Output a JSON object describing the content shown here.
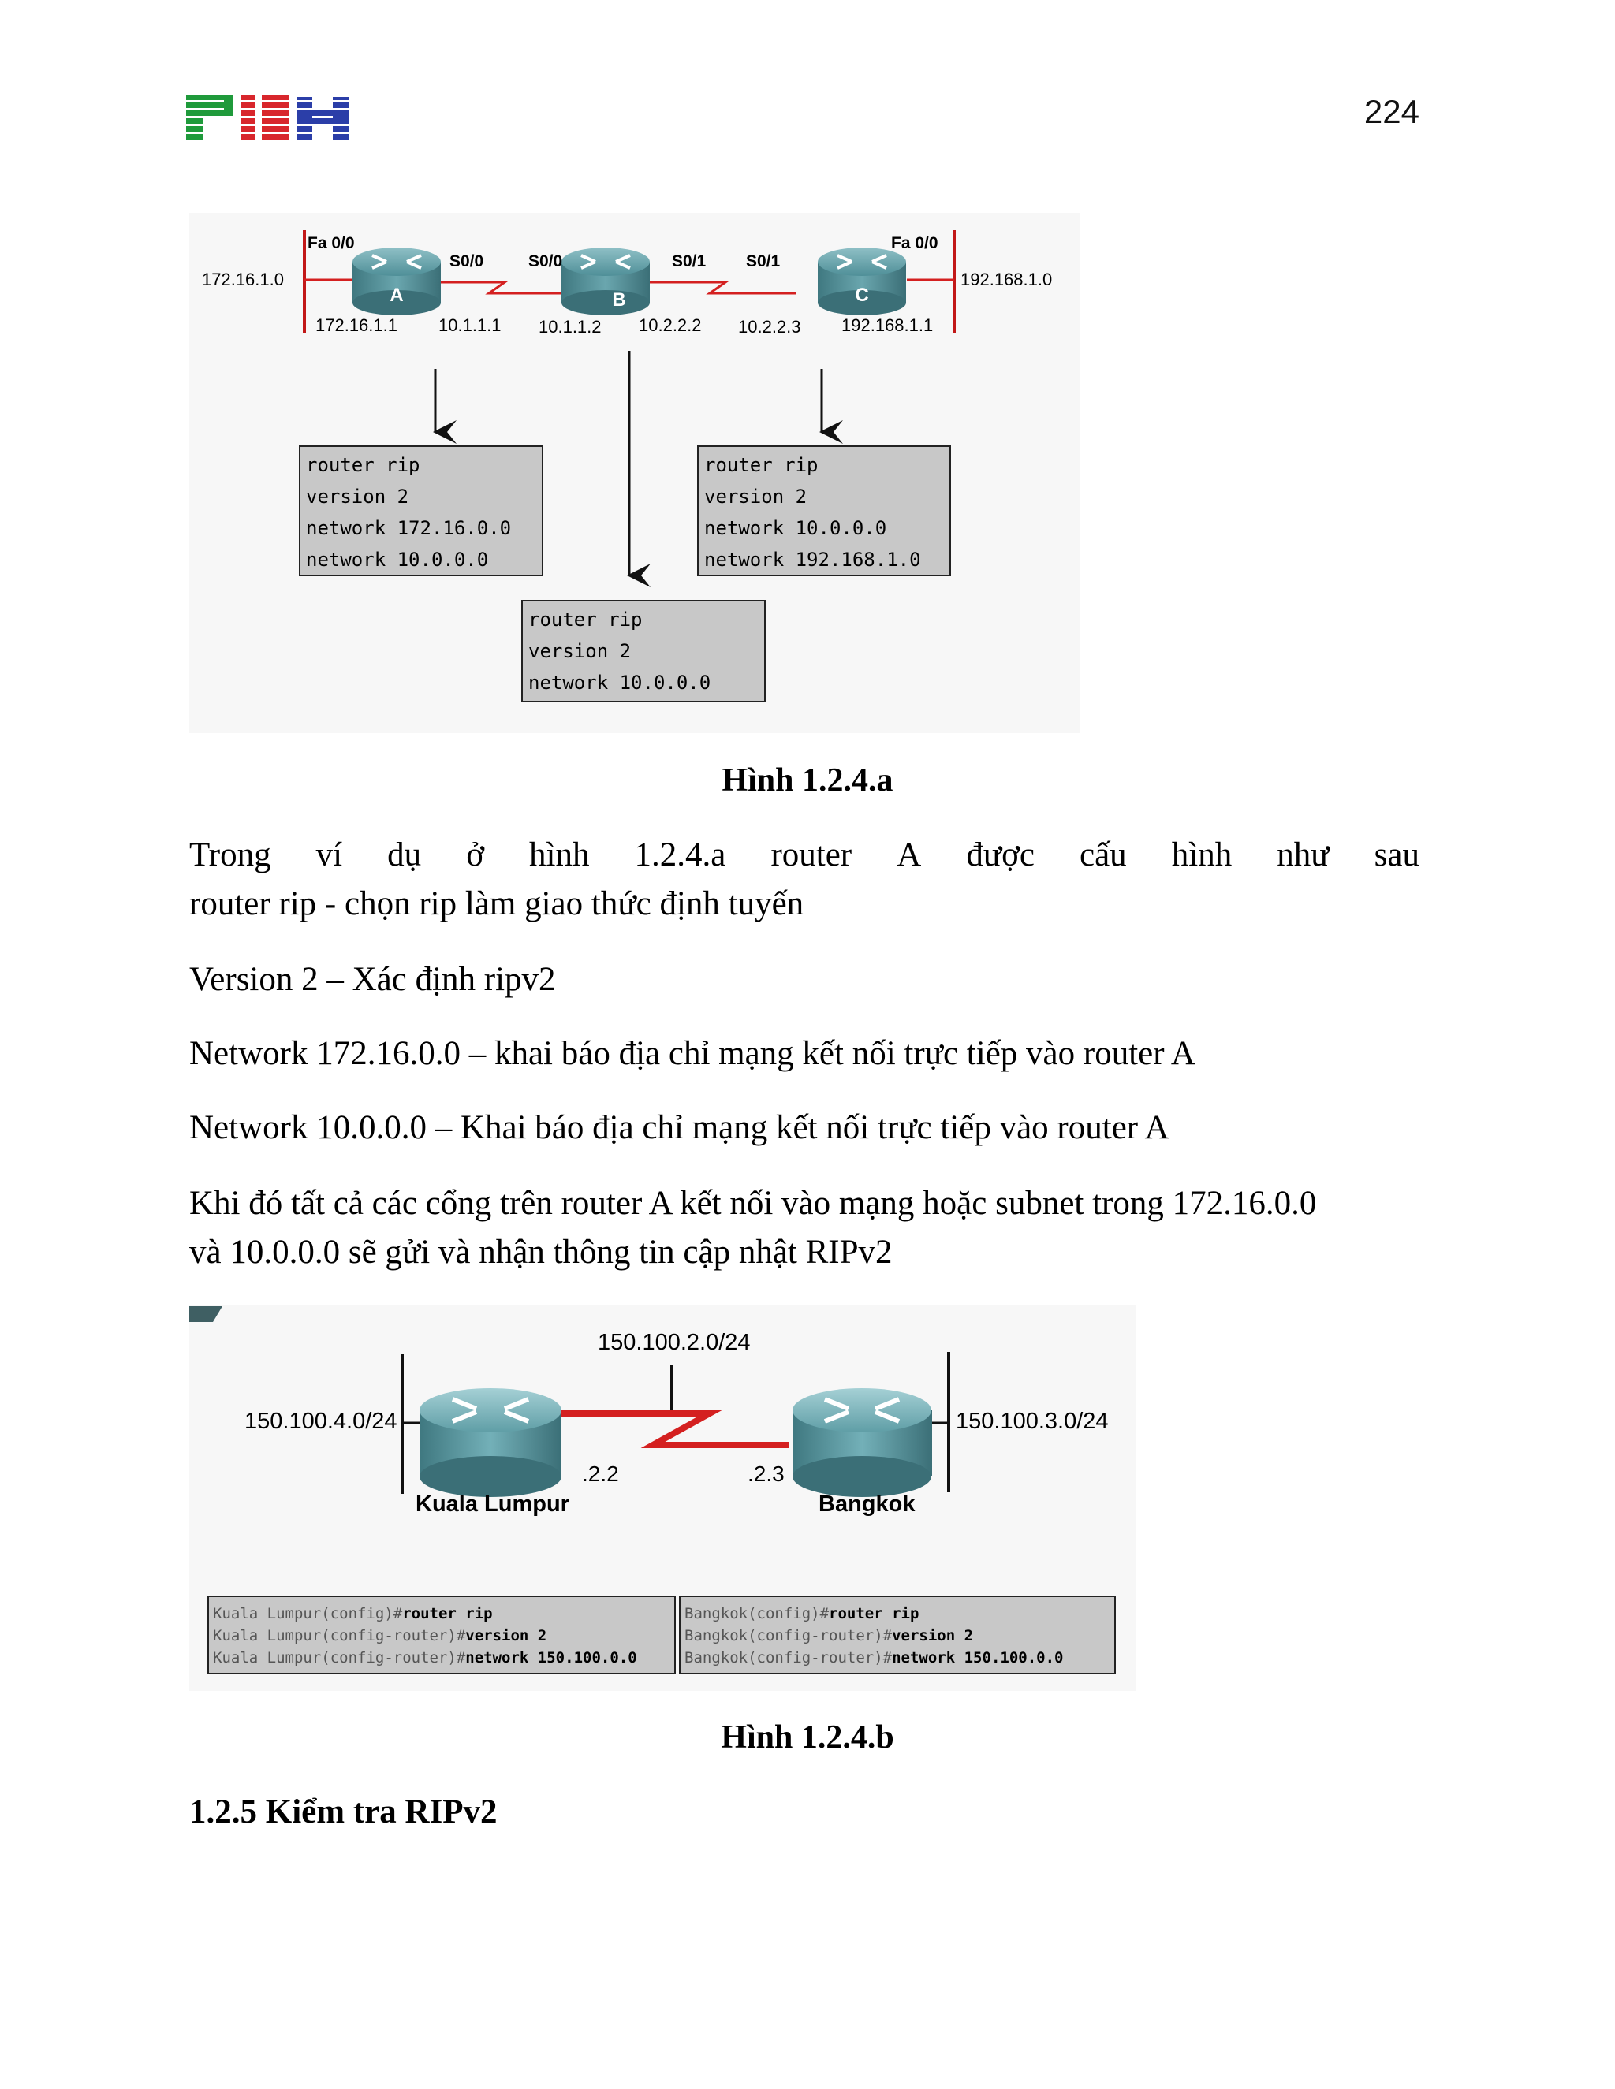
{
  "header": {
    "logo_text": "PNH",
    "page_number": "224"
  },
  "figure_a": {
    "caption": "Hình 1.2.4.a",
    "routers": [
      "A",
      "B",
      "C"
    ],
    "interfaces": {
      "a_fa": "Fa 0/0",
      "a_s": "S0/0",
      "b_s0": "S0/0",
      "b_s1": "S0/1",
      "c_s": "S0/1",
      "c_fa": "Fa 0/0"
    },
    "networks": {
      "left": "172.16.1.0",
      "right": "192.168.1.0"
    },
    "addresses": [
      "172.16.1.1",
      "10.1.1.1",
      "10.1.1.2",
      "10.2.2.2",
      "10.2.2.3",
      "192.168.1.1"
    ],
    "config_a": [
      "router rip",
      "version 2",
      "network 172.16.0.0",
      "network 10.0.0.0"
    ],
    "config_b": [
      "router rip",
      "version 2",
      "network 10.0.0.0"
    ],
    "config_c": [
      "router rip",
      "version 2",
      "network 10.0.0.0",
      "network 192.168.1.0"
    ]
  },
  "body": {
    "para1_line1_words": [
      "Trong",
      "ví",
      "dụ",
      "ở",
      "hình",
      "1.2.4.a",
      "router",
      "A",
      "được",
      "cấu",
      "hình",
      "như",
      "sau"
    ],
    "para1_line2": "router rip - chọn rip làm giao thức định tuyến",
    "para2": "Version 2 – Xác định ripv2",
    "para3": "Network 172.16.0.0 – khai báo địa chỉ mạng kết nối trực tiếp vào router A",
    "para4": "Network 10.0.0.0 – Khai báo địa chỉ mạng kết nối trực tiếp vào router A",
    "para5_line1": "Khi đó tất cả các cổng trên router A kết nối vào mạng hoặc subnet trong 172.16.0.0",
    "para5_line2": "và 10.0.0.0 sẽ gửi và nhận thông tin cập nhật RIPv2"
  },
  "figure_b": {
    "caption": "Hình 1.2.4.b",
    "networks": {
      "middle": "150.100.2.0/24",
      "left": "150.100.4.0/24",
      "right": "150.100.3.0/24"
    },
    "host_left": ".2.2",
    "host_right": ".2.3",
    "router_left": "Kuala Lumpur",
    "router_right": "Bangkok",
    "config_kl": [
      {
        "prompt": "Kuala Lumpur(config)#",
        "cmd": "router rip"
      },
      {
        "prompt": "Kuala Lumpur(config-router)#",
        "cmd": "version 2"
      },
      {
        "prompt": "Kuala Lumpur(config-router)#",
        "cmd": "network 150.100.0.0"
      }
    ],
    "config_bk": [
      {
        "prompt": "Bangkok(config)#",
        "cmd": "router rip"
      },
      {
        "prompt": "Bangkok(config-router)#",
        "cmd": "version 2"
      },
      {
        "prompt": "Bangkok(config-router)#",
        "cmd": "network 150.100.0.0"
      }
    ]
  },
  "section": {
    "heading": "1.2.5 Kiểm tra RIPv2"
  },
  "colors": {
    "link_red": "#d42020",
    "router_teal": "#4f8f98",
    "config_bg": "#c8c8c8",
    "logo_green": "#1f9a3b",
    "logo_red": "#d8262c",
    "logo_blue": "#2b3ea8"
  }
}
